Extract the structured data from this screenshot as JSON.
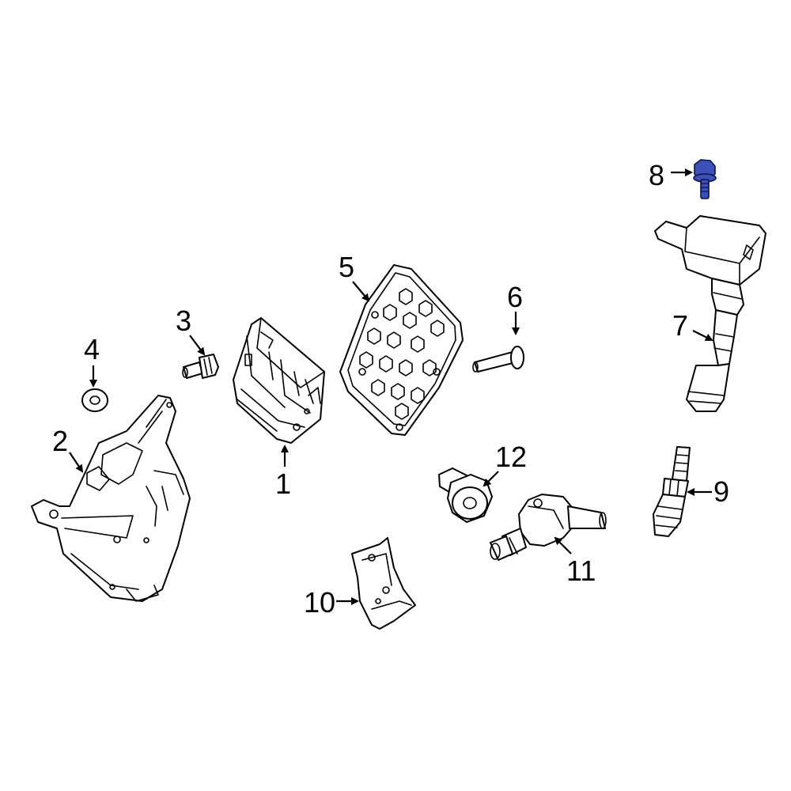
{
  "diagram": {
    "highlight_color": "#3d4fb8",
    "highlighted_part": "8",
    "callouts": [
      {
        "id": "1",
        "label": "1"
      },
      {
        "id": "2",
        "label": "2"
      },
      {
        "id": "3",
        "label": "3"
      },
      {
        "id": "4",
        "label": "4"
      },
      {
        "id": "5",
        "label": "5"
      },
      {
        "id": "6",
        "label": "6"
      },
      {
        "id": "7",
        "label": "7"
      },
      {
        "id": "8",
        "label": "8"
      },
      {
        "id": "9",
        "label": "9"
      },
      {
        "id": "10",
        "label": "10"
      },
      {
        "id": "11",
        "label": "11"
      },
      {
        "id": "12",
        "label": "12"
      }
    ]
  }
}
